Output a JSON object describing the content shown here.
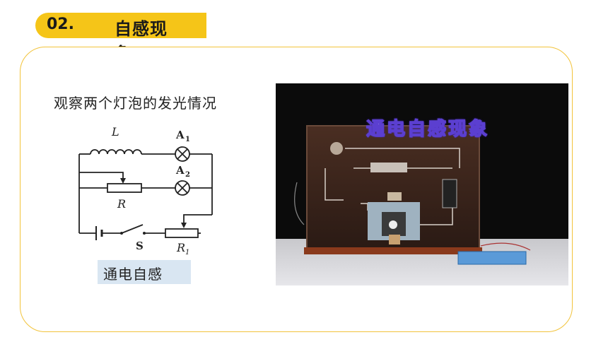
{
  "header": {
    "section_number": "02.",
    "section_title": "自感现象"
  },
  "content": {
    "instruction": "观察两个灯泡的发光情况",
    "circuit_labels": {
      "inductor": "L",
      "lamp1": "A",
      "lamp1_sub": "1",
      "lamp2": "A",
      "lamp2_sub": "2",
      "resistor": "R",
      "rheostat": "R",
      "rheostat_sub": "1",
      "switch": "S"
    },
    "experiment_label": "通电自感",
    "video_title": "通电自感现象"
  },
  "colors": {
    "accent": "#f5c518",
    "card_border": "#f2c33a",
    "label_bg": "#d9e6f2"
  }
}
